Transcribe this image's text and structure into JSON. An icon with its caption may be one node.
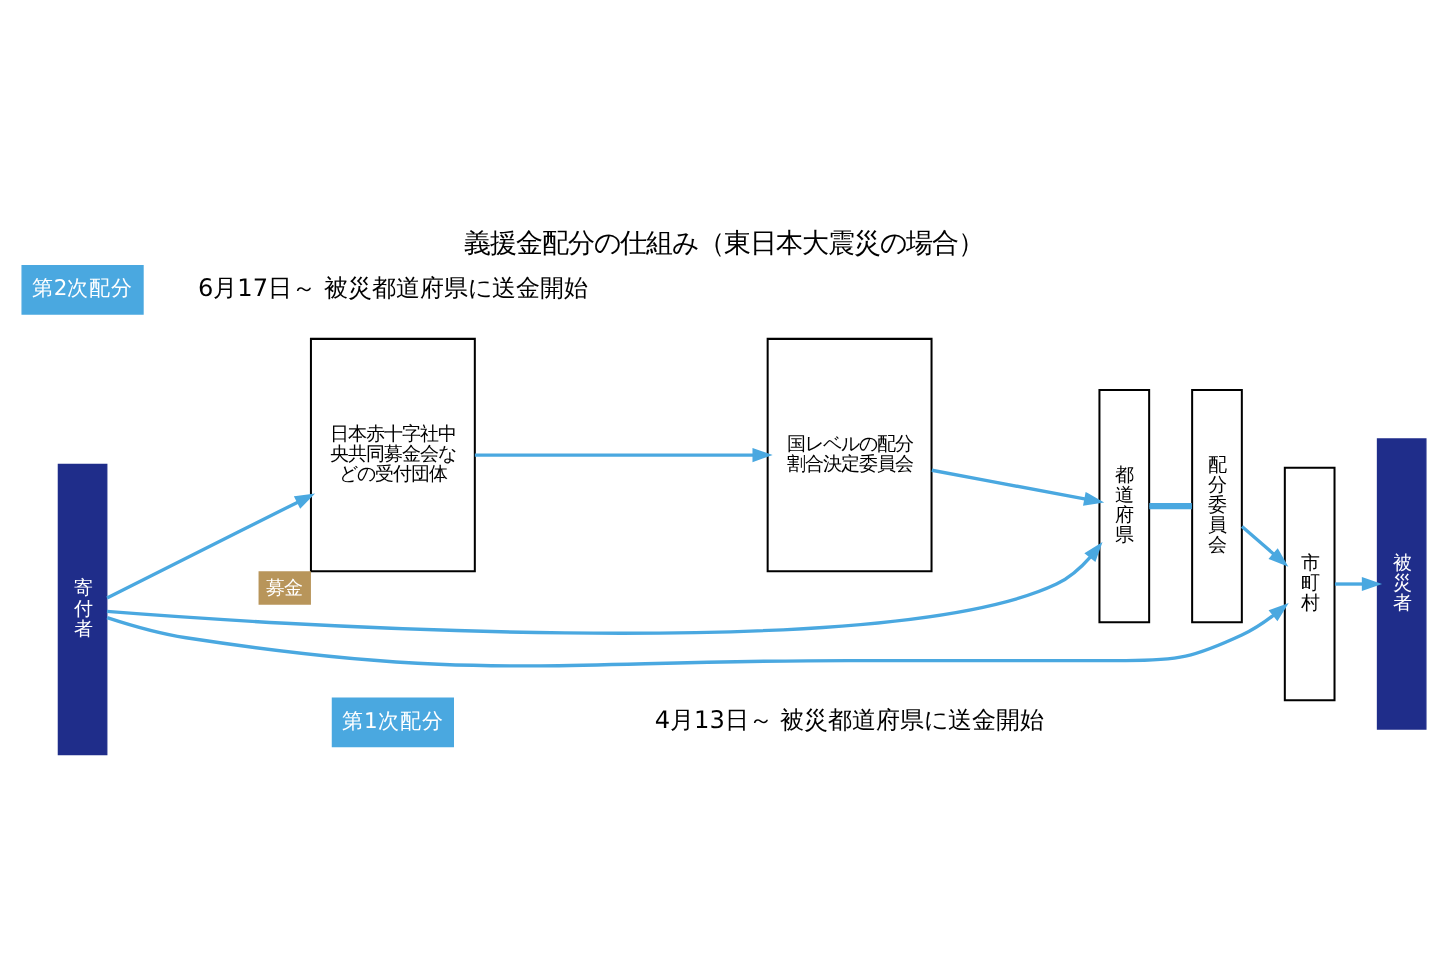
{
  "diagram": {
    "title": "義援金配分の仕組み（東日本大震災の場合）",
    "nodes": [
      {
        "text": [
          "寄付者"
        ]
      },
      {
        "text": [
          "日本赤十字社中央共同募金会などの受付団体"
        ],
        "beside": [
          "募金"
        ]
      },
      {
        "text": [
          "国レベルの配分割合決定委員会"
        ]
      },
      {
        "text": [
          "都道府県"
        ]
      },
      {
        "text": [
          "配分委員会"
        ]
      },
      {
        "text": [
          "市町村"
        ]
      },
      {
        "text": [
          "被災者"
        ]
      }
    ],
    "edges": [
      {
        "from": 0,
        "to": 5,
        "arrow": "to"
      },
      {
        "from": 0,
        "to": 3,
        "arrow": "to"
      },
      {
        "from": 0,
        "to": 1,
        "arrow": "to"
      },
      {
        "from": 1,
        "to": 2,
        "arrow": "to"
      },
      {
        "from": 2,
        "to": 3,
        "arrow": "to"
      },
      {
        "from": 3,
        "to": 4,
        "arrow": "none"
      },
      {
        "from": 4,
        "to": 5,
        "arrow": "to"
      },
      {
        "from": 5,
        "to": 6,
        "arrow": "to"
      }
    ],
    "labels": [
      "第1次配分",
      "4月13日～ 被災都道府県に送金開始",
      "第2次配分",
      "6月17日～ 被災都道府県に送金開始"
    ]
  }
}
